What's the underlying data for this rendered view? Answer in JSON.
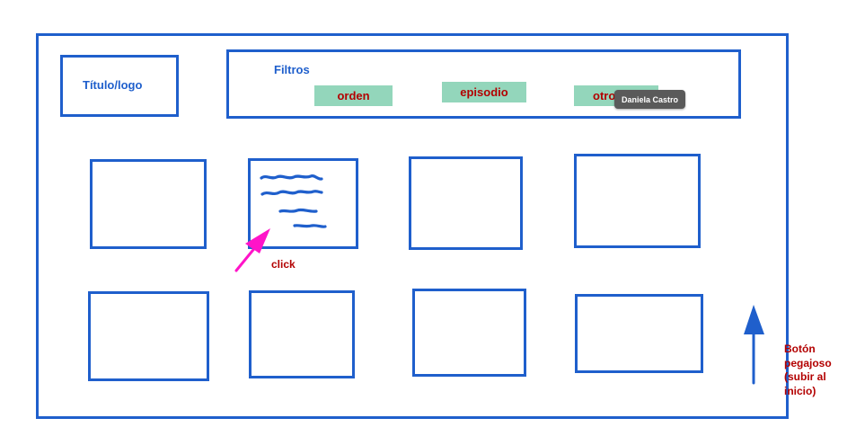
{
  "header": {
    "logo_label": "Título/logo",
    "filters_label": "Filtros",
    "filters": [
      "orden",
      "episodio",
      "otro"
    ]
  },
  "comment": {
    "author": "Daniela Castro"
  },
  "annotations": {
    "click_label": "click",
    "sticky_label": "Botón pegajoso (subir al inicio)"
  },
  "colors": {
    "frame": "#1f5fcc",
    "chip": "#93d6bb",
    "annotation_text": "#b30000",
    "click_arrow": "#ff14c8"
  }
}
